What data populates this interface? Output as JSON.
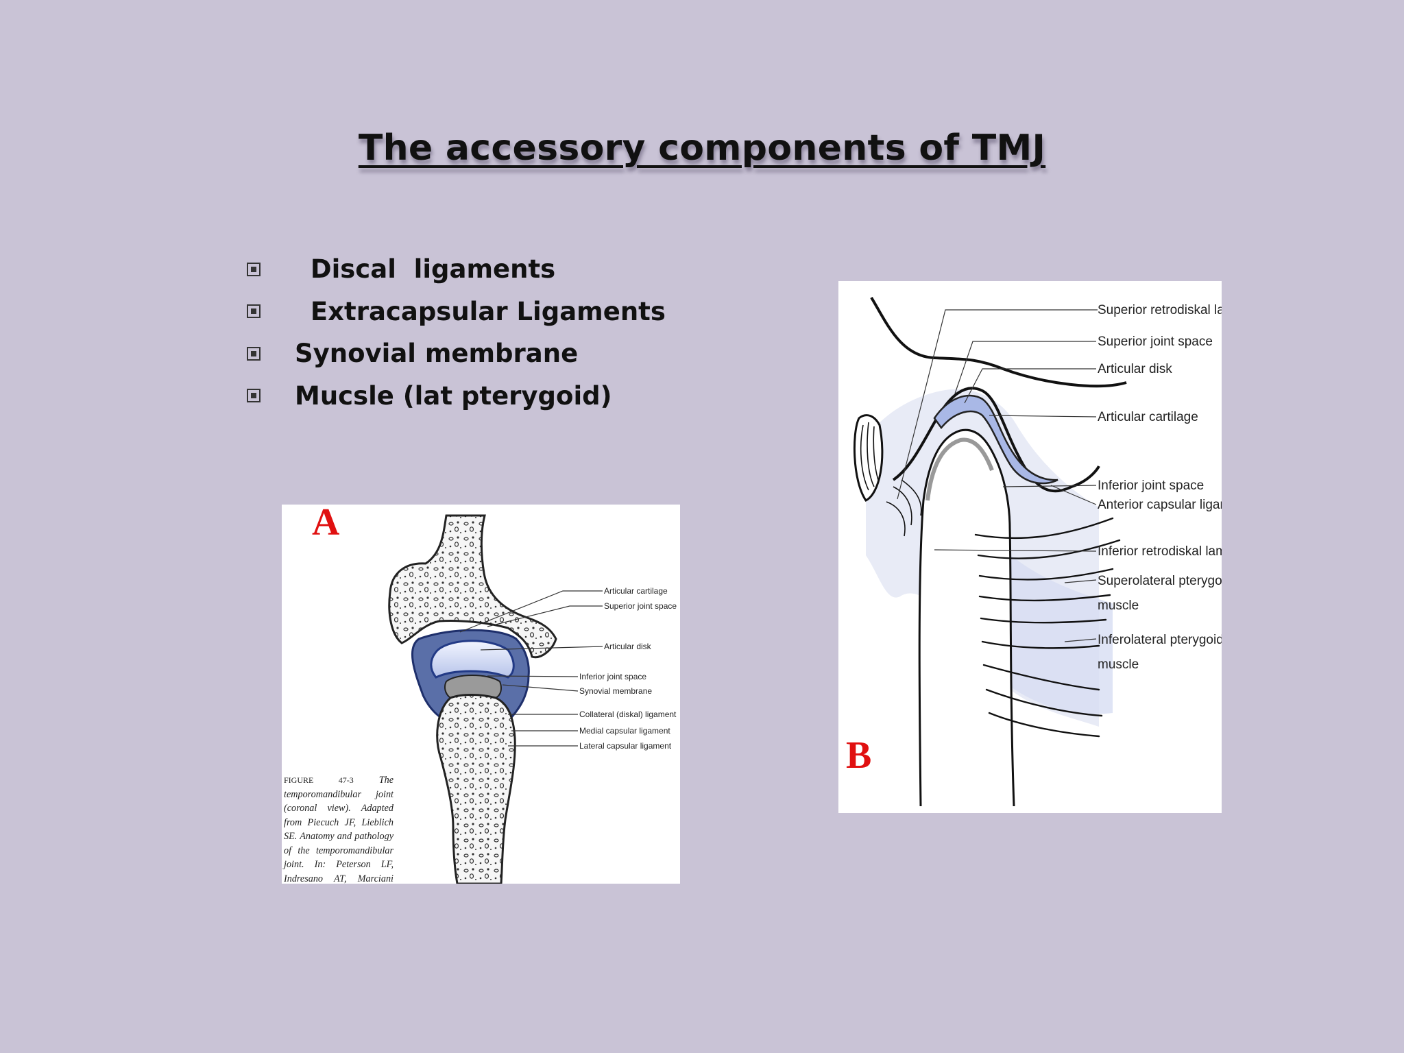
{
  "title": "The accessory components of TMJ",
  "bullets": [
    " Discal  ligaments",
    " Extracapsular Ligaments",
    "Synovial membrane",
    "Mucsle (lat pterygoid)"
  ],
  "figure_a": {
    "letter": "A",
    "labels": {
      "articular_cartilage": "Articular cartilage",
      "superior_joint_space": "Superior joint space",
      "articular_disk": "Articular disk",
      "inferior_joint_space": "Inferior joint space",
      "synovial_membrane": "Synovial membrane",
      "collateral_ligament": "Collateral (diskal) ligament",
      "medial_capsular_ligament": "Medial capsular ligament",
      "lateral_capsular_ligament": "Lateral capsular ligament"
    },
    "caption_prefix": "FIGURE 47-3",
    "caption": "The temporomandibular joint (coronal view). Adapted from Piecuch JF, Lieblich SE. Anatomy and pathology of the temporomandibular joint. In: Peterson LF, Indresano AT, Marciani RD, Roser SM. Principles of oral and maxillofacial surgery. Vol. 3. Philadelphia (PA): J.B. Lippincott Com-"
  },
  "figure_b": {
    "letter": "B",
    "labels": {
      "superior_retrodiskal_lamina": "Superior retrodiskal lamina",
      "superior_joint_space": "Superior joint space",
      "articular_disk": "Articular disk",
      "articular_cartilage": "Articular cartilage",
      "inferior_joint_space": "Inferior joint space",
      "anterior_capsular_ligament": "Anterior capsular ligament",
      "inferior_retrodiskal_lamina": "Inferior retrodiskal lamina",
      "superolateral_pterygoid_1": "Superolateral pterygoid",
      "superolateral_pterygoid_2": "muscle",
      "inferolateral_pterygoid_1": "Inferolateral pterygoid",
      "inferolateral_pterygoid_2": "muscle"
    }
  },
  "colors": {
    "background": "#c9c3d6",
    "letter": "#e01010",
    "disk_blue": "#a9b8e6"
  }
}
